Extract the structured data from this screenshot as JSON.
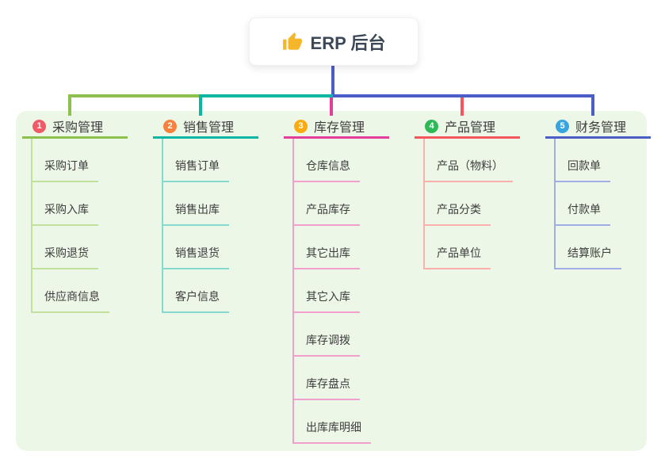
{
  "root": {
    "title": "ERP 后台",
    "icon": "thumbs-up-icon"
  },
  "colors": {
    "background": "#ffffff",
    "panel": "#edf7e7",
    "root_text": "#3c4858",
    "node_text": "#3d3d3d",
    "thumb_icon": "#f5b729",
    "root_line": "#4b5ec8"
  },
  "categories": [
    {
      "badge": "1",
      "label": "采购管理",
      "badge_color": "#f25a68",
      "line_color": "#8ec04e",
      "child_line_color": "#c0e09b",
      "children": [
        "采购订单",
        "采购入库",
        "采购退货",
        "供应商信息"
      ]
    },
    {
      "badge": "2",
      "label": "销售管理",
      "badge_color": "#f8823d",
      "line_color": "#0cb6a4",
      "child_line_color": "#86d9cc",
      "children": [
        "销售订单",
        "销售出库",
        "销售退货",
        "客户信息"
      ]
    },
    {
      "badge": "3",
      "label": "库存管理",
      "badge_color": "#fcab0e",
      "line_color": "#e23d98",
      "child_line_color": "#f19fcc",
      "children": [
        "仓库信息",
        "产品库存",
        "其它出库",
        "其它入库",
        "库存调拨",
        "库存盘点",
        "出库库明细"
      ]
    },
    {
      "badge": "4",
      "label": "产品管理",
      "badge_color": "#2fb857",
      "line_color": "#f5565e",
      "child_line_color": "#fab0ab",
      "children": [
        "产品（物料）",
        "产品分类",
        "产品单位"
      ]
    },
    {
      "badge": "5",
      "label": "财务管理",
      "badge_color": "#3aa4de",
      "line_color": "#4b5ec8",
      "child_line_color": "#a0aee6",
      "children": [
        "回款单",
        "付款单",
        "结算账户"
      ]
    }
  ]
}
